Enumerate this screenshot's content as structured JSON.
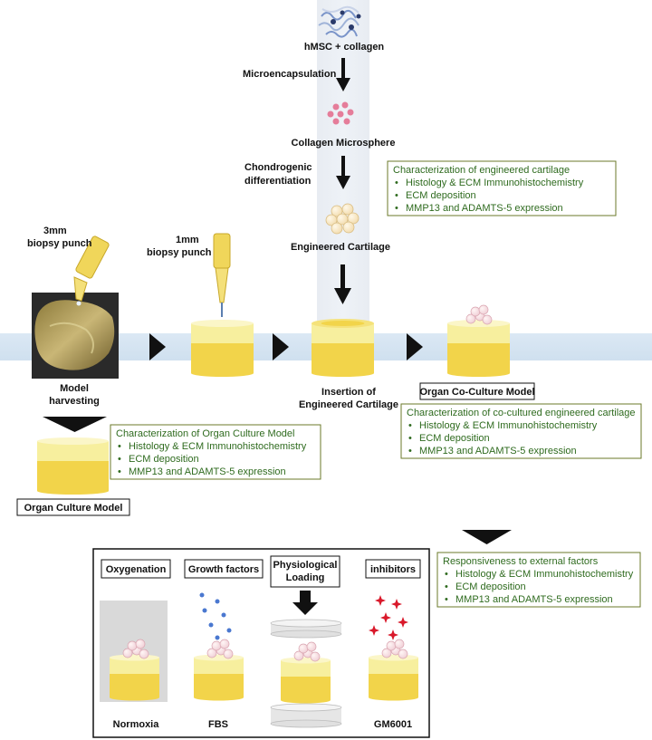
{
  "top_pipeline": {
    "hmsc_label": "hMSC + collagen",
    "step1_label": "Microencapsulation",
    "microsphere_label": "Collagen Microsphere",
    "step2_label_line1": "Chondrogenic",
    "step2_label_line2": "differentiation",
    "engineered_label": "Engineered Cartilage"
  },
  "main_row": {
    "punch3_line1": "3mm",
    "punch3_line2": "biopsy punch",
    "punch1_line1": "1mm",
    "punch1_line2": "biopsy punch",
    "model_line1": "Model",
    "model_line2": "harvesting",
    "insertion_line1": "Insertion of",
    "insertion_line2": "Engineered Cartilage",
    "coculture_label": "Organ Co-Culture Model"
  },
  "organ_culture": {
    "label": "Organ Culture Model"
  },
  "char_engineered": {
    "title": "Characterization of engineered cartilage",
    "items": [
      "Histology & ECM Immunohistochemistry",
      "ECM deposition",
      "MMP13 and ADAMTS-5 expression"
    ]
  },
  "char_organ": {
    "title": "Characterization of Organ Culture Model",
    "items": [
      "Histology & ECM Immunohistochemistry",
      "ECM deposition",
      "MMP13 and ADAMTS-5 expression"
    ]
  },
  "char_cocultured": {
    "title": "Characterization of co-cultured engineered cartilage",
    "items": [
      "Histology & ECM Immunohistochemistry",
      "ECM deposition",
      "MMP13 and ADAMTS-5 expression"
    ]
  },
  "responsiveness": {
    "title": "Responsiveness to external factors",
    "items": [
      "Histology & ECM Immunohistochemistry",
      "ECM deposition",
      "MMP13 and ADAMTS-5 expression"
    ]
  },
  "factors": {
    "oxygenation_title": "Oxygenation",
    "growth_title": "Growth factors",
    "loading_line1": "Physiological",
    "loading_line2": "Loading",
    "inhibitors_title": "inhibitors",
    "normoxia_label": "Normoxia",
    "fbs_label": "FBS",
    "gm_label": "GM6001"
  },
  "bullet": "•",
  "colors": {
    "cartilage": "#f2d44a",
    "cartilage_top": "#f7ef9e",
    "band": "#d7e6f3",
    "box_border": "#6b7a2a",
    "box_text": "#2f6b1f",
    "punch": "#f0d65a",
    "microsphere": "#e57d9a",
    "star": "#d9182a",
    "dot": "#4a78d0"
  }
}
